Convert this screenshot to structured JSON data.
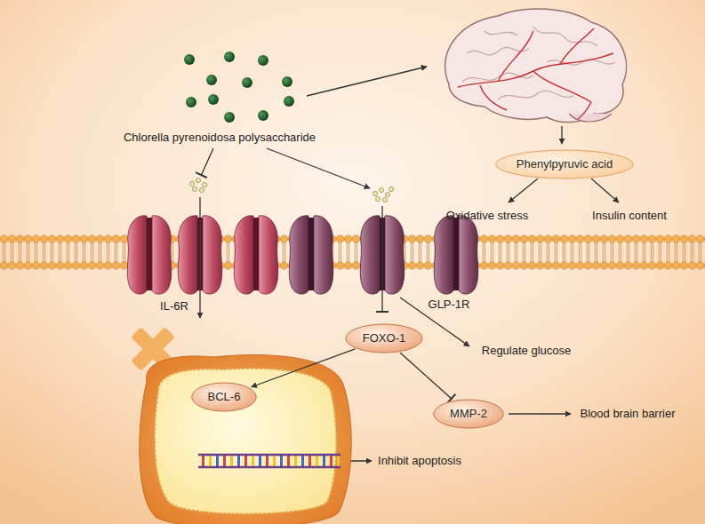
{
  "diagram": {
    "nodes": [
      {
        "text": [
          "Phenylpyruvic acid"
        ]
      },
      {
        "text": [
          "FOXO-1"
        ]
      },
      {
        "text": [
          "BCL-6"
        ]
      },
      {
        "text": [
          "MMP-2"
        ]
      }
    ],
    "edges": [
      {
        "from": 1,
        "to": 2,
        "arrow": "to"
      },
      {
        "from": 1,
        "to": 3,
        "arrow": "to"
      }
    ],
    "labels": [
      "Chlorella pyrenoidosa polysaccharide",
      "Oxidative stress",
      "Insulin content",
      "IL-6R",
      "GLP-1R",
      "Regulate glucose",
      "Inhibit apoptosis",
      "Blood brain barrier"
    ]
  }
}
